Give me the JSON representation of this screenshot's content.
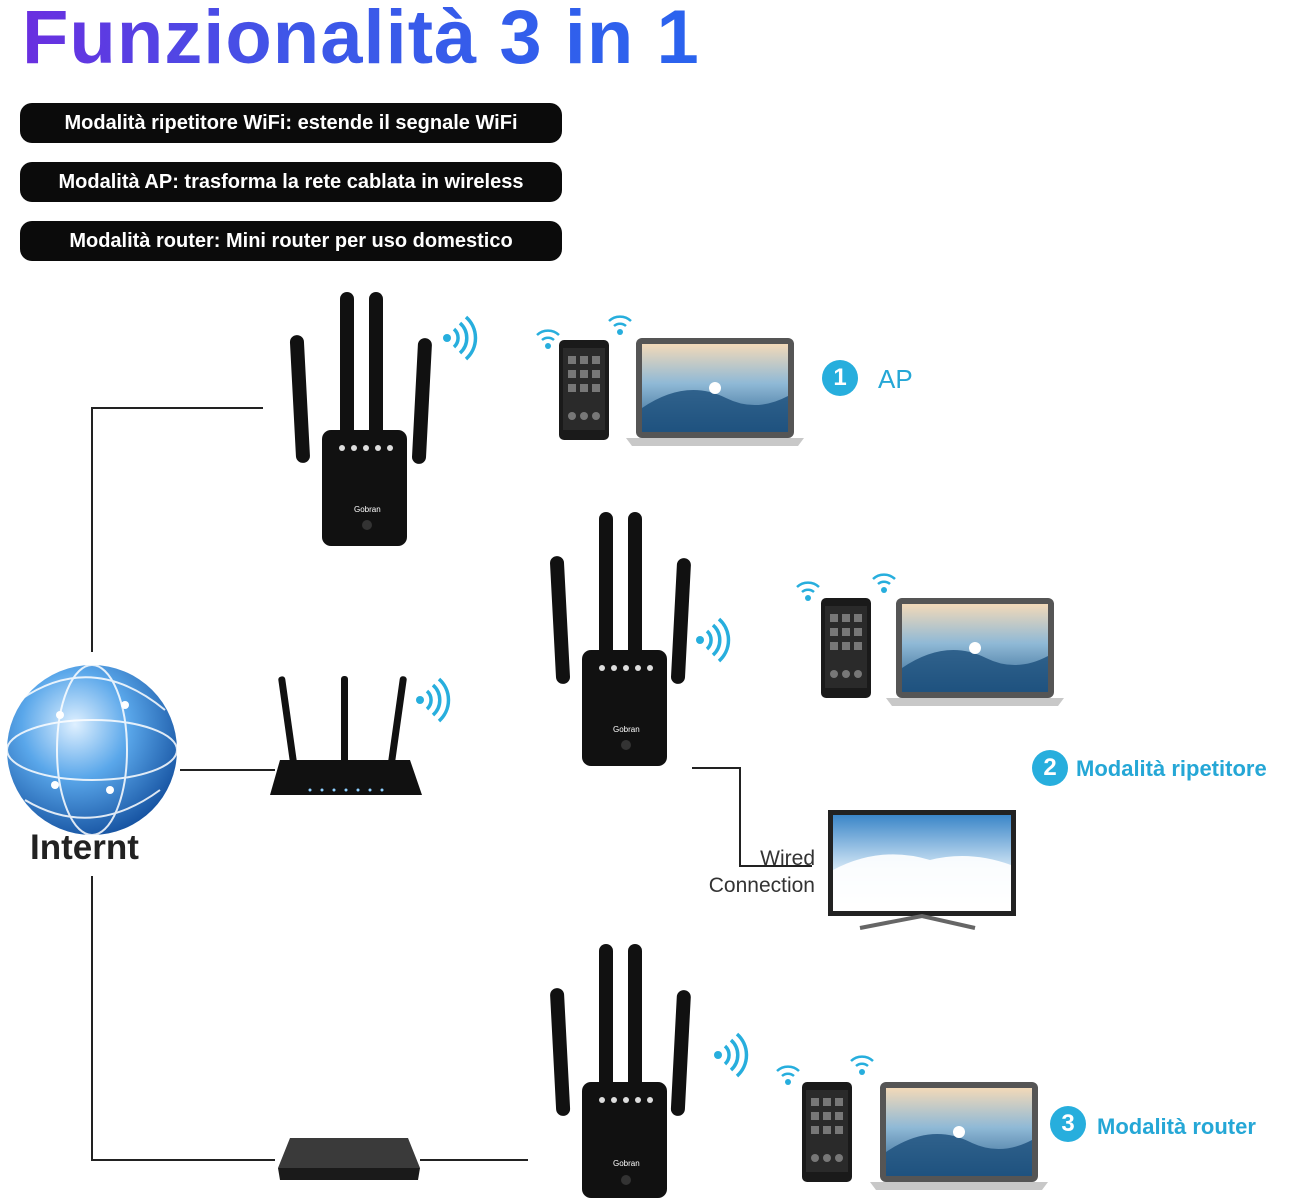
{
  "title": "Funzionalità 3 in 1",
  "features": [
    "Modalità ripetitore WiFi: estende il segnale WiFi",
    "Modalità AP: trasforma la rete cablata in wireless",
    "Modalità router: Mini router per uso domestico"
  ],
  "internet_label": "Internt",
  "device_brand": "Gobran",
  "modes": [
    {
      "number": "1",
      "label": "AP"
    },
    {
      "number": "2",
      "label": "Modalità ripetitore"
    },
    {
      "number": "3",
      "label": "Modalità router"
    }
  ],
  "wired_connection": [
    "Wired",
    "Connection"
  ],
  "colors": {
    "title_gradient_start": "#6a2fe0",
    "title_gradient_end": "#2a63ee",
    "accent": "#27aedd",
    "pill_bg": "#0b0b0b"
  }
}
